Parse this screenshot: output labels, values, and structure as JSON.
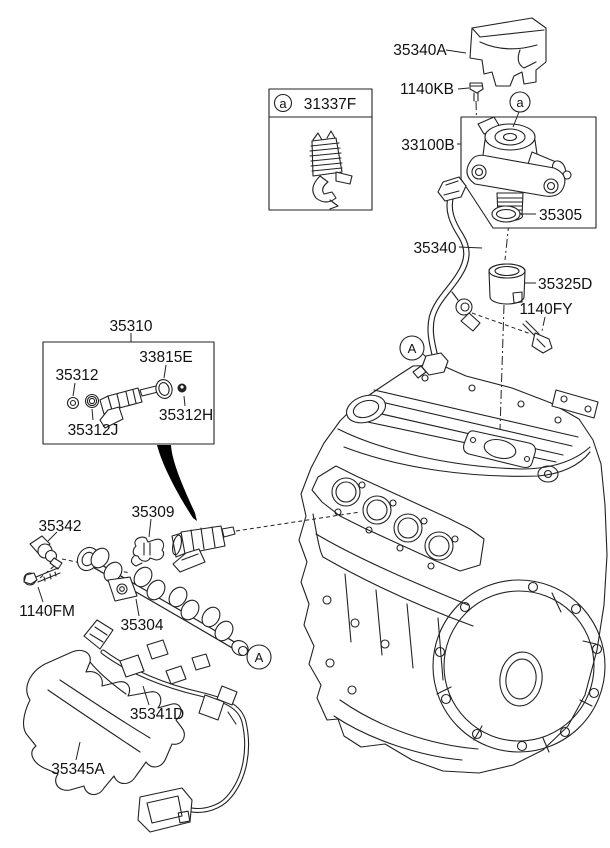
{
  "figure": {
    "type": "exploded-parts-diagram",
    "subject": "High pressure fuel pump, delivery pipe and injector on engine",
    "background": "#ffffff",
    "line_color": "#1a1a1a"
  },
  "labels": {
    "cover": "35340A",
    "bolt_kb": "1140KB",
    "ref_box": "31337F",
    "pump": "33100B",
    "oring": "35305",
    "pipe": "35340",
    "insulator": "35325D",
    "bolt_fy": "1140FY",
    "kit": "35310",
    "kit_oring": "33815E",
    "kit_seal": "35312",
    "kit_ring": "35312J",
    "kit_grommet": "35312H",
    "sensor": "35342",
    "clip": "35309",
    "bolt_fm": "1140FM",
    "rail": "35304",
    "harness": "35341D",
    "protector": "35345A"
  },
  "callouts": {
    "lower": "a",
    "upper": "A"
  }
}
